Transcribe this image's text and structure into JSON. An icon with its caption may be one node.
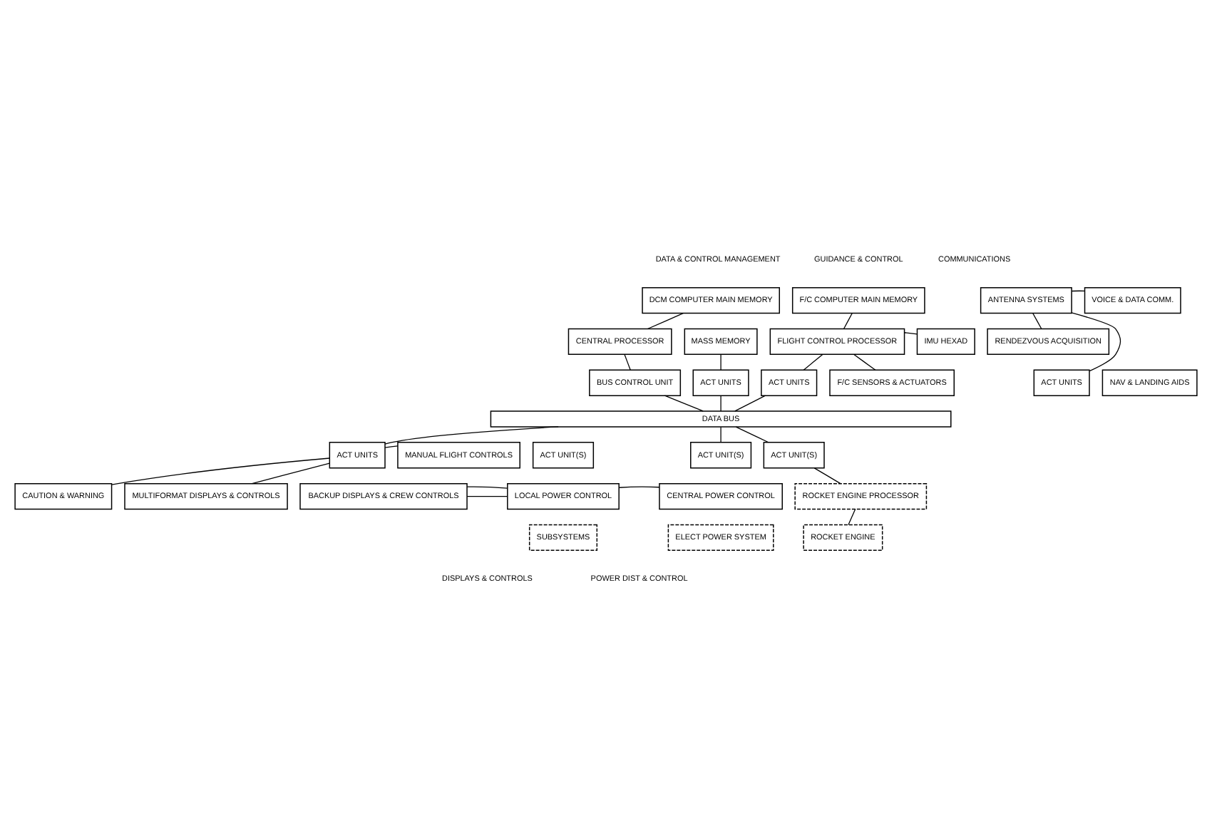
{
  "diagram": {
    "nodes": [
      {
        "text": [
          "DCM COMPUTER MAIN MEMORY"
        ]
      },
      {
        "text": [
          "CENTRAL PROCESSOR"
        ]
      },
      {
        "text": [
          "MASS MEMORY"
        ]
      },
      {
        "text": [
          "BUS CONTROL UNIT"
        ]
      },
      {
        "text": [
          "ACT UNITS"
        ]
      },
      {
        "text": [
          "F/C COMPUTER MAIN MEMORY"
        ]
      },
      {
        "text": [
          "FLIGHT CONTROL PROCESSOR"
        ]
      },
      {
        "text": [
          "IMU HEXAD"
        ]
      },
      {
        "text": [
          "ACT UNITS"
        ]
      },
      {
        "text": [
          "F/C SENSORS & ACTUATORS"
        ]
      },
      {
        "text": [
          "ANTENNA SYSTEMS"
        ]
      },
      {
        "text": [
          "VOICE & DATA COMM."
        ]
      },
      {
        "text": [
          "RENDEZVOUS ACQUISITION"
        ]
      },
      {
        "text": [
          "ACT UNITS"
        ]
      },
      {
        "text": [
          "NAV & LANDING AIDS"
        ]
      },
      {
        "text": [
          "DATA BUS"
        ]
      },
      {
        "text": [
          "MANUAL FLIGHT CONTROLS"
        ]
      },
      {
        "text": [
          "ACT UNITS"
        ]
      },
      {
        "text": [
          "CAUTION & WARNING"
        ]
      },
      {
        "text": [
          "MULTIFORMAT DISPLAYS & CONTROLS"
        ]
      },
      {
        "text": [
          "BACKUP DISPLAYS & CREW CONTROLS"
        ]
      },
      {
        "text": [
          "ACT UNIT(S)"
        ]
      },
      {
        "text": [
          "LOCAL POWER CONTROL"
        ]
      },
      {
        "text": [
          "SUBSYSTEMS"
        ]
      },
      {
        "text": [
          "ACT UNIT(S)"
        ]
      },
      {
        "text": [
          "CENTRAL POWER CONTROL"
        ]
      },
      {
        "text": [
          "ELECT POWER SYSTEM"
        ]
      },
      {
        "text": [
          "ACT UNIT(S)"
        ]
      },
      {
        "text": [
          "ROCKET ENGINE PROCESSOR"
        ]
      },
      {
        "text": [
          "ROCKET ENGINE"
        ]
      }
    ],
    "edges": [
      {
        "from": 0,
        "to": 1,
        "arrow": "none"
      },
      {
        "from": 1,
        "to": 3,
        "arrow": "none"
      },
      {
        "from": 3,
        "to": 15,
        "arrow": "none"
      },
      {
        "from": 2,
        "to": 4,
        "arrow": "none"
      },
      {
        "from": 4,
        "to": 15,
        "arrow": "none"
      },
      {
        "from": 5,
        "to": 6,
        "arrow": "none"
      },
      {
        "from": 6,
        "to": 7,
        "arrow": "none"
      },
      {
        "from": 6,
        "to": 8,
        "arrow": "none"
      },
      {
        "from": 6,
        "to": 9,
        "arrow": "none"
      },
      {
        "from": 8,
        "to": 15,
        "arrow": "none"
      },
      {
        "from": 10,
        "to": 11,
        "arrow": "none"
      },
      {
        "from": 10,
        "to": 12,
        "arrow": "none"
      },
      {
        "from": 10,
        "to": 13,
        "arrow": "none"
      },
      {
        "from": 15,
        "to": 17,
        "arrow": "none"
      },
      {
        "from": 17,
        "to": 16,
        "arrow": "none"
      },
      {
        "from": 17,
        "to": 18,
        "arrow": "none"
      },
      {
        "from": 17,
        "to": 19,
        "arrow": "none"
      },
      {
        "from": 20,
        "to": 22,
        "arrow": "none"
      },
      {
        "from": 20,
        "to": 22,
        "arrow": "none"
      },
      {
        "from": 22,
        "to": 25,
        "arrow": "none"
      },
      {
        "from": 15,
        "to": 24,
        "arrow": "none"
      },
      {
        "from": 15,
        "to": 27,
        "arrow": "none"
      },
      {
        "from": 27,
        "to": 28,
        "arrow": "none"
      },
      {
        "from": 28,
        "to": 29,
        "arrow": "none"
      }
    ],
    "labels": [
      "DATA & CONTROL MANAGEMENT",
      "GUIDANCE & CONTROL",
      "COMMUNICATIONS",
      "DISPLAYS & CONTROLS",
      "POWER DIST & CONTROL"
    ]
  }
}
